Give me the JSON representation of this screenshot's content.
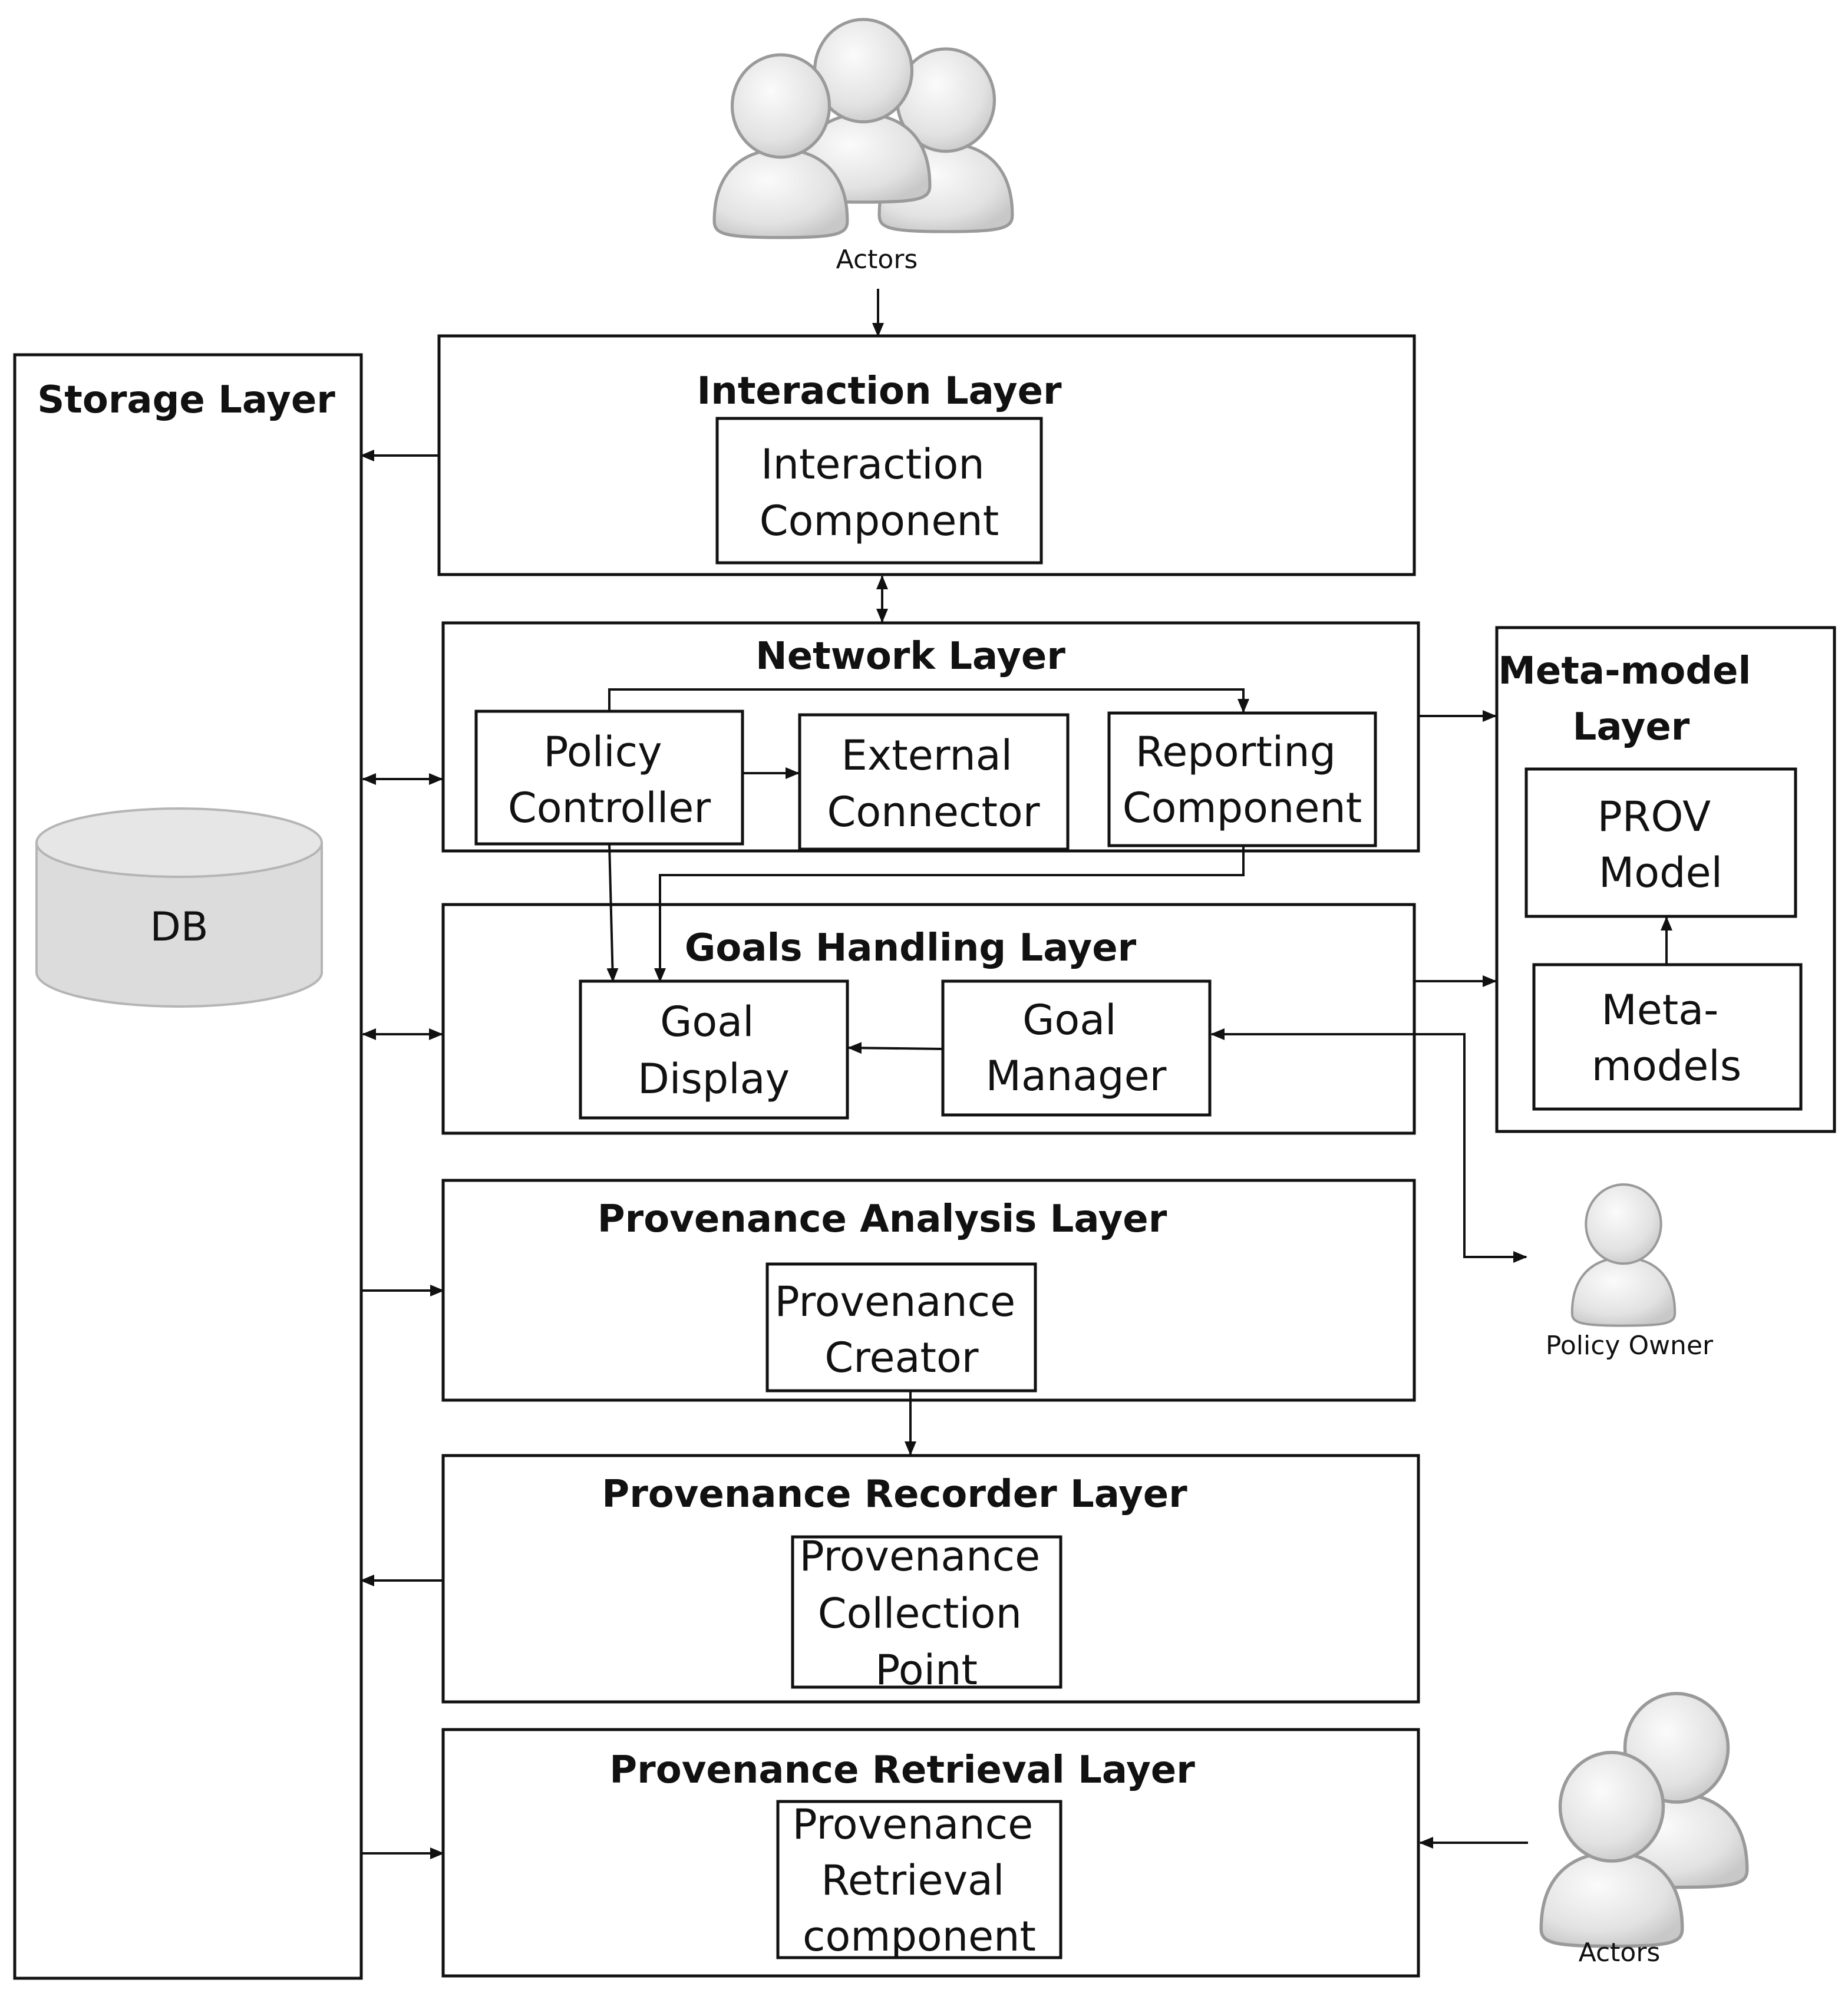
{
  "actors_top": {
    "label": "Actors"
  },
  "policy_owner": {
    "label": "Policy Owner"
  },
  "actors_bottom": {
    "label": "Actors"
  },
  "storage_layer": {
    "title": "Storage Layer",
    "db_label": "DB"
  },
  "interaction_layer": {
    "title": "Interaction Layer",
    "component": [
      "Interaction",
      "Component"
    ]
  },
  "network_layer": {
    "title": "Network Layer",
    "policy_controller": [
      "Policy",
      "Controller"
    ],
    "external_connector": [
      "External",
      "Connector"
    ],
    "reporting_component": [
      "Reporting",
      "Component"
    ]
  },
  "goals_layer": {
    "title": "Goals Handling Layer",
    "goal_display": [
      "Goal",
      "Display"
    ],
    "goal_manager": [
      "Goal",
      "Manager"
    ]
  },
  "metamodel_layer": {
    "title": [
      "Meta-model",
      "Layer"
    ],
    "prov_model": [
      "PROV",
      "Model"
    ],
    "meta_models": [
      "Meta-",
      "models"
    ]
  },
  "analysis_layer": {
    "title": "Provenance Analysis Layer",
    "component": [
      "Provenance",
      "Creator"
    ]
  },
  "recorder_layer": {
    "title": "Provenance Recorder Layer",
    "component": [
      "Provenance",
      "Collection",
      "Point"
    ]
  },
  "retrieval_layer": {
    "title": "Provenance Retrieval Layer",
    "component": [
      "Provenance",
      "Retrieval",
      "component"
    ]
  },
  "colors": {
    "line": "#111111",
    "db_fill": "#dcdcdc",
    "person_fill": "#e6e6e6",
    "person_stroke": "#9a9a9a"
  },
  "icons": {
    "actors": "people-group-icon",
    "policy_owner": "person-icon"
  }
}
